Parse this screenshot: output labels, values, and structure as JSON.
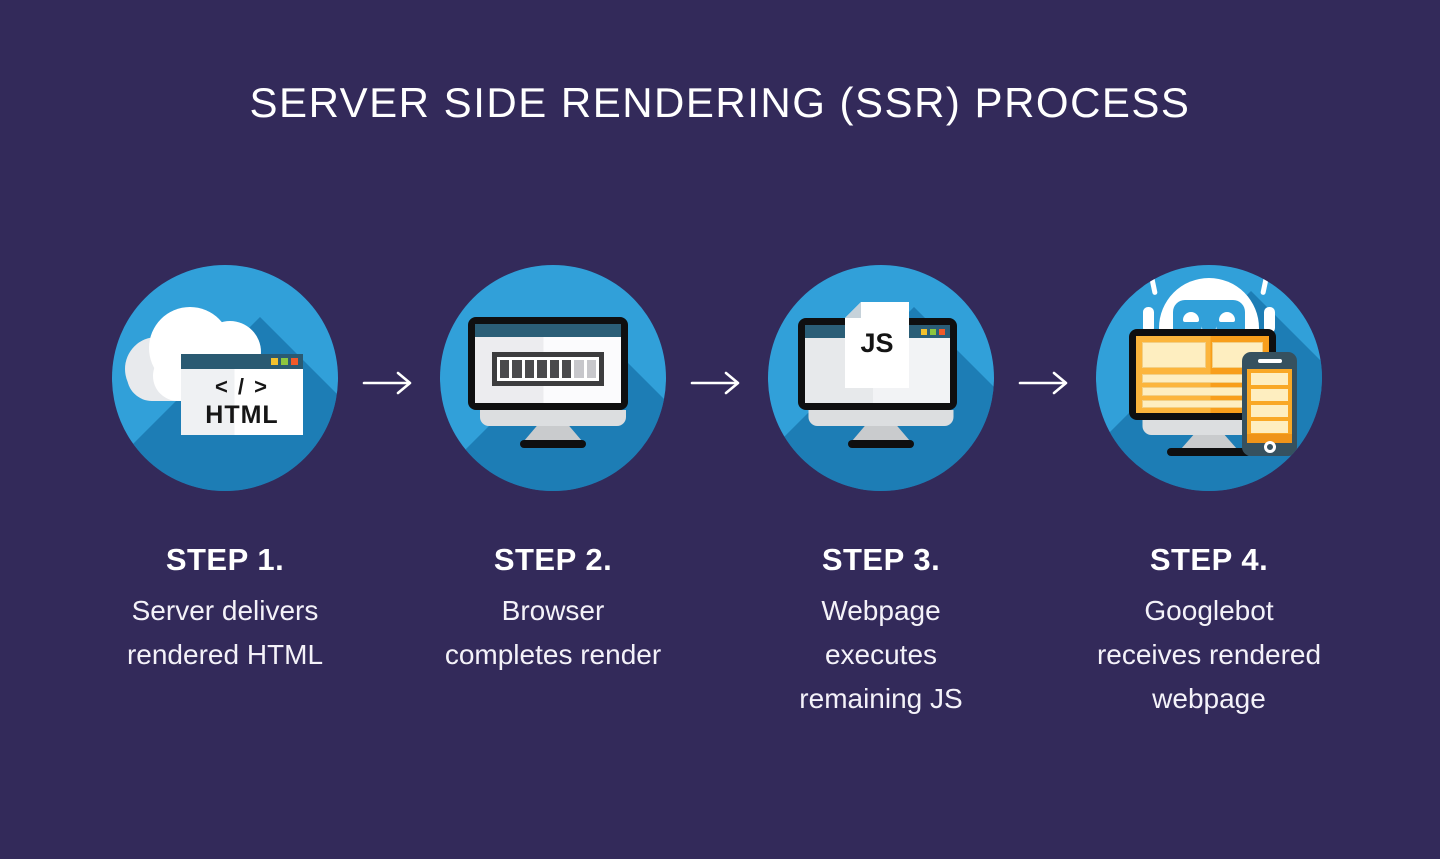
{
  "title": "SERVER SIDE RENDERING (SSR) PROCESS",
  "steps": [
    {
      "label": "STEP 1.",
      "lines": [
        "Server delivers",
        "rendered HTML"
      ]
    },
    {
      "label": "STEP 2.",
      "lines": [
        "Browser",
        "completes render"
      ]
    },
    {
      "label": "STEP 3.",
      "lines": [
        "Webpage",
        "executes",
        "remaining JS"
      ]
    },
    {
      "label": "STEP 4.",
      "lines": [
        "Googlebot",
        "receives rendered",
        "webpage"
      ]
    }
  ],
  "icons": {
    "step1": {
      "code_symbol": "< / >",
      "code_lang": "HTML"
    },
    "step3": {
      "doc_label": "JS"
    }
  },
  "colors": {
    "background": "#332a5a",
    "circle_blue": "#31a0d9",
    "circle_shadow": "#2285bf",
    "titlebar_teal": "#2a5a72",
    "dot_yellow": "#f3c12d",
    "dot_green": "#8dc63f",
    "dot_orange": "#f15a29",
    "screen_amber": "#f9a826",
    "content_cream": "#feeec0",
    "phone_slate": "#36515f",
    "text_white": "#ffffff"
  }
}
